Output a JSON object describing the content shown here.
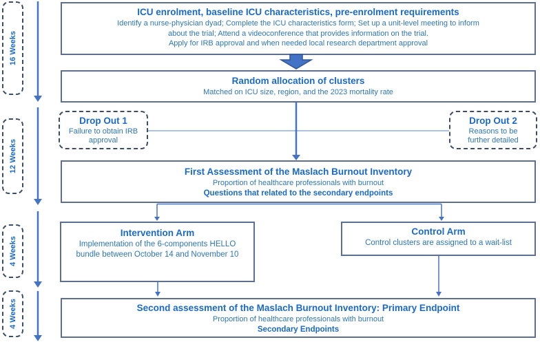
{
  "diagram": {
    "timeline": {
      "labels": [
        "16 Weeks",
        "12 Weeks",
        "4 Weeks",
        "4 Weeks"
      ]
    },
    "boxes": {
      "enrolment": {
        "title": "ICU enrolment, baseline ICU characteristics, pre-enrolment requirements",
        "lines": [
          "Identify a nurse-physician dyad; Complete the ICU characteristics form; Set up a unit-level meeting to inform",
          "about the trial; Attend a videoconference that provides information on the trial.",
          "Apply for IRB approval and when needed local research department approval"
        ]
      },
      "randomization": {
        "title": "Random allocation of clusters",
        "subtitle": "Matched on ICU size, region, and the 2023 mortality rate"
      },
      "dropout1": {
        "title": "Drop Out 1",
        "subtitle": "Failure to obtain IRB approval"
      },
      "dropout2": {
        "title": "Drop Out 2",
        "subtitle": "Reasons to be further detailed"
      },
      "assessment1": {
        "title": "First Assessment of the Maslach Burnout Inventory",
        "subtitle": "Proportion of healthcare professionals with burnout",
        "emphasis": "Questions that related to the secondary endpoints"
      },
      "intervention": {
        "title": "Intervention Arm",
        "subtitle": "Implementation of the 6-components HELLO bundle between October 14 and November 10"
      },
      "control": {
        "title": "Control Arm",
        "subtitle": "Control clusters are assigned to a wait-list"
      },
      "assessment2": {
        "title": "Second assessment of the Maslach Burnout Inventory: Primary Endpoint",
        "subtitle": "Proportion of healthcare professionals with burnout",
        "emphasis": "Secondary Endpoints"
      }
    },
    "colors": {
      "heading_blue": "#1b69c7",
      "body_blue": "#2e75b6",
      "arrow_blue": "#4472c4",
      "arrow_outline": "#2f5597",
      "light_connector": "#aac3e9",
      "box_border": "#5c6e91",
      "dashed_border": "#3c4c68"
    }
  }
}
